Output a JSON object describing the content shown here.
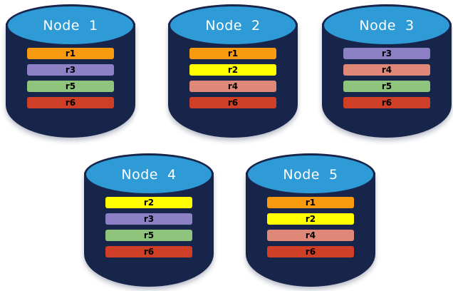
{
  "diagram": {
    "title": "",
    "replica_colors": {
      "r1": "#F79A0E",
      "r2": "#FFFF00",
      "r3": "#8D81C6",
      "r4": "#E08878",
      "r5": "#8FC47C",
      "r6": "#CF3E26"
    },
    "node_body_color": "#18254B",
    "node_top_color": "#2E9BD6",
    "background_color": "#FFFFFF",
    "nodes": [
      {
        "label": "Node  1",
        "replicas": [
          {
            "label": "r1",
            "color": "#F79A0E"
          },
          {
            "label": "r3",
            "color": "#8D81C6"
          },
          {
            "label": "r5",
            "color": "#8FC47C"
          },
          {
            "label": "r6",
            "color": "#CF3E26"
          }
        ]
      },
      {
        "label": "Node  2",
        "replicas": [
          {
            "label": "r1",
            "color": "#F79A0E"
          },
          {
            "label": "r2",
            "color": "#FFFF00"
          },
          {
            "label": "r4",
            "color": "#E08878"
          },
          {
            "label": "r6",
            "color": "#CF3E26"
          }
        ]
      },
      {
        "label": "Node  3",
        "replicas": [
          {
            "label": "r3",
            "color": "#8D81C6"
          },
          {
            "label": "r4",
            "color": "#E08878"
          },
          {
            "label": "r5",
            "color": "#8FC47C"
          },
          {
            "label": "r6",
            "color": "#CF3E26"
          }
        ]
      },
      {
        "label": "Node  4",
        "replicas": [
          {
            "label": "r2",
            "color": "#FFFF00"
          },
          {
            "label": "r3",
            "color": "#8D81C6"
          },
          {
            "label": "r5",
            "color": "#8FC47C"
          },
          {
            "label": "r6",
            "color": "#CF3E26"
          }
        ]
      },
      {
        "label": "Node  5",
        "replicas": [
          {
            "label": "r1",
            "color": "#F79A0E"
          },
          {
            "label": "r2",
            "color": "#FFFF00"
          },
          {
            "label": "r4",
            "color": "#E08878"
          },
          {
            "label": "r6",
            "color": "#CF3E26"
          }
        ]
      }
    ]
  }
}
